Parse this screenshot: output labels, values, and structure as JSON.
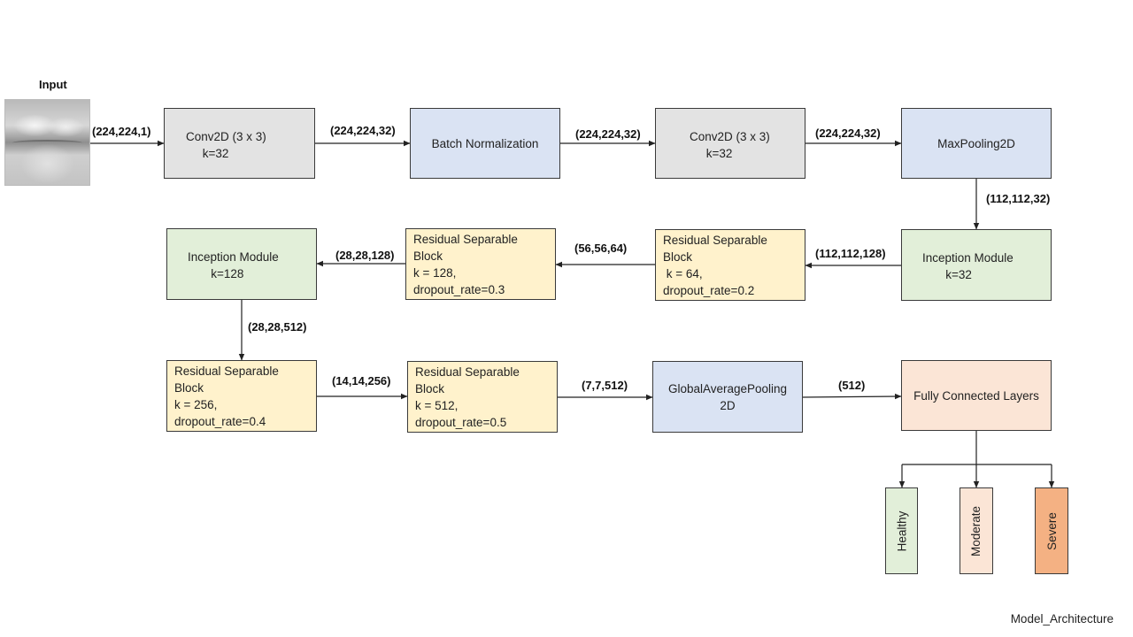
{
  "input_label": "Input",
  "footer": "Model_Architecture",
  "boxes": {
    "conv1": {
      "text": "Conv2D (3 x 3)\n     k=32",
      "color": "#e3e3e3"
    },
    "bn": {
      "text": "Batch Normalization",
      "color": "#dae3f3"
    },
    "conv2": {
      "text": "Conv2D (3 x 3)\n     k=32",
      "color": "#e3e3e3"
    },
    "maxpool": {
      "text": "MaxPooling2D",
      "color": "#dae3f3"
    },
    "inc1": {
      "text": "Inception Module\n       k=32",
      "color": "#e2efd9"
    },
    "res64": {
      "text": "Residual Separable\nBlock\n k = 64,\ndropout_rate=0.2",
      "color": "#fff2cc"
    },
    "res128": {
      "text": "Residual Separable\nBlock\nk = 128,\ndropout_rate=0.3",
      "color": "#fff2cc"
    },
    "inc2": {
      "text": "Inception Module\n       k=128",
      "color": "#e2efd9"
    },
    "res256": {
      "text": "Residual Separable\nBlock\nk = 256,\ndropout_rate=0.4",
      "color": "#fff2cc"
    },
    "res512": {
      "text": "Residual Separable\nBlock\nk = 512,\ndropout_rate=0.5",
      "color": "#fff2cc"
    },
    "gap": {
      "text": "GlobalAveragePooling\n2D",
      "color": "#dae3f3"
    },
    "fc": {
      "text": "Fully Connected Layers",
      "color": "#fbe5d6"
    }
  },
  "outputs": {
    "healthy": {
      "text": "Healthy",
      "color": "#e2efd9"
    },
    "moderate": {
      "text": "Moderate",
      "color": "#fbe5d6"
    },
    "severe": {
      "text": "Severe",
      "color": "#f4b183"
    }
  },
  "shapes": {
    "input_to_conv1": "(224,224,1)",
    "conv1_to_bn": "(224,224,32)",
    "bn_to_conv2": "(224,224,32)",
    "conv2_to_maxpool": "(224,224,32)",
    "maxpool_to_inc1": "(112,112,32)",
    "inc1_to_res64": "(112,112,128)",
    "res64_to_res128": "(56,56,64)",
    "res128_to_inc2": "(28,28,128)",
    "inc2_to_res256": "(28,28,512)",
    "res256_to_res512": "(14,14,256)",
    "res512_to_gap": "(7,7,512)",
    "gap_to_fc": "(512)"
  }
}
